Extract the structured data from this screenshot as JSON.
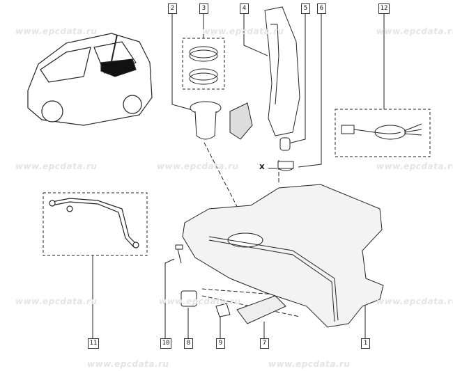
{
  "watermark": "www.epcdata.ru",
  "dimension_label": "X",
  "callouts": {
    "c1": "1",
    "c2": "2",
    "c3": "3",
    "c4": "4",
    "c5": "5",
    "c6": "6",
    "c7": "7",
    "c8": "8",
    "c9": "9",
    "c10": "10",
    "c11": "11",
    "c12": "12"
  }
}
